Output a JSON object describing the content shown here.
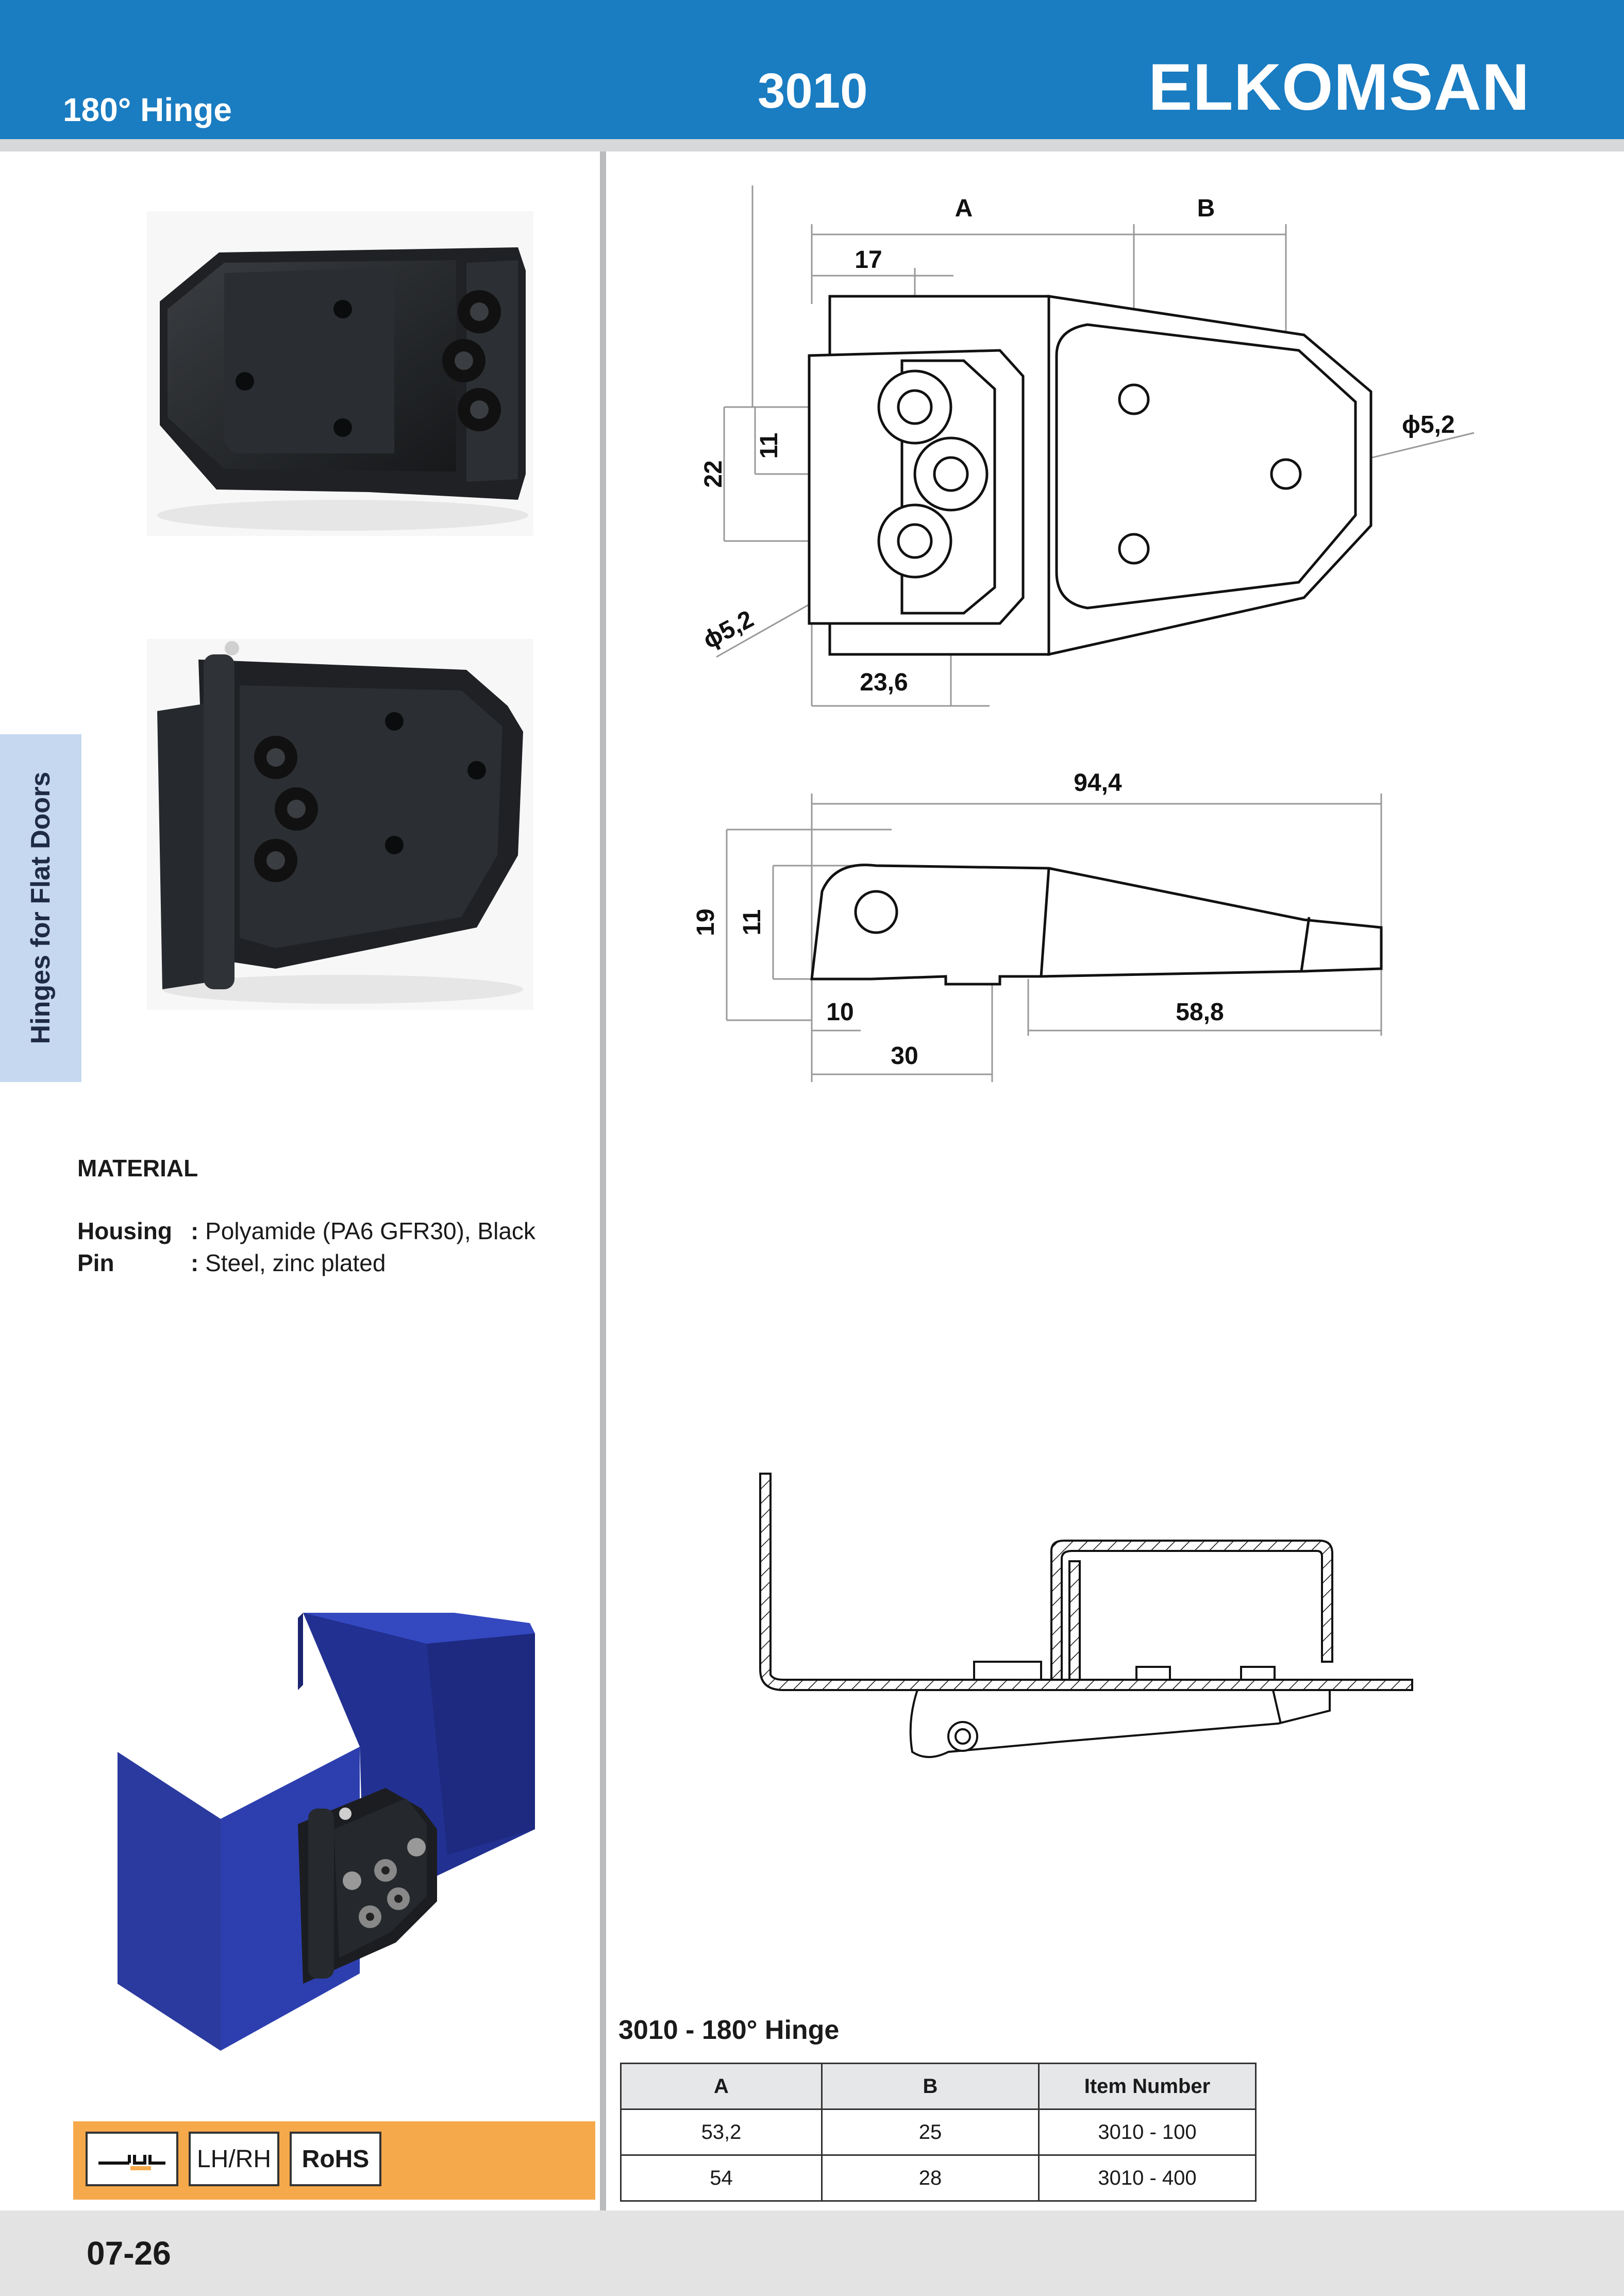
{
  "header": {
    "subtitle": "180° Hinge",
    "code": "3010",
    "brand": "ELKOMSAN",
    "color": "#1a7cc1"
  },
  "side_tab": {
    "label": "Hinges for Flat Doors",
    "color": "#c5d8ef"
  },
  "material": {
    "title": "MATERIAL",
    "rows": [
      {
        "label": "Housing",
        "sep": ":",
        "value": "Polyamide (PA6 GFR30), Black"
      },
      {
        "label": "Pin",
        "sep": ":",
        "value": "Steel, zinc plated"
      }
    ]
  },
  "badges": {
    "color": "#f6a94a",
    "items": [
      {
        "icon": "profile-icon"
      },
      {
        "label": "LH/RH"
      },
      {
        "label": "RoHS"
      }
    ]
  },
  "drawing_top": {
    "dims": [
      "A",
      "B",
      "17",
      "22",
      "11",
      "5,2",
      "5,2",
      "23,6"
    ]
  },
  "drawing_side": {
    "dims": [
      "94,4",
      "19",
      "11",
      "10",
      "30",
      "58,8"
    ]
  },
  "table": {
    "title": "3010 - 180° Hinge",
    "columns": [
      "A",
      "B",
      "Item Number"
    ],
    "rows": [
      [
        "53,2",
        "25",
        "3010 - 100"
      ],
      [
        "54",
        "28",
        "3010 - 400"
      ]
    ]
  },
  "footer": {
    "page": "07-26"
  }
}
